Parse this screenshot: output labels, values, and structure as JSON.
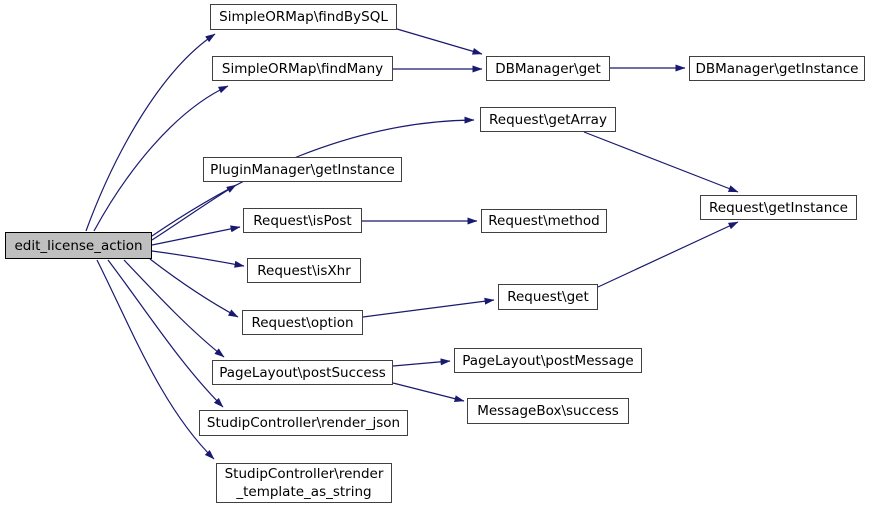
{
  "graph": {
    "type": "call-graph",
    "focus_node": "edit_license_action",
    "colors": {
      "background": "#ffffff",
      "edge": "#191970",
      "node_border": "#404040",
      "node_fill": "#ffffff",
      "focus_fill": "#bfbfbf",
      "focus_border": "#000000",
      "text": "#000000"
    },
    "nodes": [
      {
        "label": "edit_license_action"
      },
      {
        "label": "SimpleORMap\\findBySQL"
      },
      {
        "label": "SimpleORMap\\findMany"
      },
      {
        "label": "DBManager\\get"
      },
      {
        "label": "DBManager\\getInstance"
      },
      {
        "label": "Request\\getArray"
      },
      {
        "label": "PluginManager\\getInstance"
      },
      {
        "label": "Request\\isPost"
      },
      {
        "label": "Request\\method"
      },
      {
        "label": "Request\\getInstance"
      },
      {
        "label": "Request\\isXhr"
      },
      {
        "label": "Request\\option"
      },
      {
        "label": "Request\\get"
      },
      {
        "label": "PageLayout\\postSuccess"
      },
      {
        "label": "PageLayout\\postMessage"
      },
      {
        "label": "MessageBox\\success"
      },
      {
        "label": "StudipController\\render_json"
      },
      {
        "label": "StudipController\\render\n_template_as_string"
      }
    ],
    "edges": [
      {
        "from": "edit_license_action",
        "to": "SimpleORMap\\findBySQL"
      },
      {
        "from": "edit_license_action",
        "to": "SimpleORMap\\findMany"
      },
      {
        "from": "edit_license_action",
        "to": "Request\\getArray"
      },
      {
        "from": "edit_license_action",
        "to": "PluginManager\\getInstance"
      },
      {
        "from": "edit_license_action",
        "to": "Request\\isPost"
      },
      {
        "from": "edit_license_action",
        "to": "Request\\isXhr"
      },
      {
        "from": "edit_license_action",
        "to": "Request\\option"
      },
      {
        "from": "edit_license_action",
        "to": "PageLayout\\postSuccess"
      },
      {
        "from": "edit_license_action",
        "to": "StudipController\\render_json"
      },
      {
        "from": "edit_license_action",
        "to": "StudipController\\render_template_as_string"
      },
      {
        "from": "SimpleORMap\\findBySQL",
        "to": "DBManager\\get"
      },
      {
        "from": "SimpleORMap\\findMany",
        "to": "DBManager\\get"
      },
      {
        "from": "DBManager\\get",
        "to": "DBManager\\getInstance"
      },
      {
        "from": "Request\\getArray",
        "to": "Request\\getInstance"
      },
      {
        "from": "Request\\isPost",
        "to": "Request\\method"
      },
      {
        "from": "Request\\option",
        "to": "Request\\get"
      },
      {
        "from": "Request\\get",
        "to": "Request\\getInstance"
      },
      {
        "from": "PageLayout\\postSuccess",
        "to": "PageLayout\\postMessage"
      },
      {
        "from": "PageLayout\\postSuccess",
        "to": "MessageBox\\success"
      }
    ]
  }
}
